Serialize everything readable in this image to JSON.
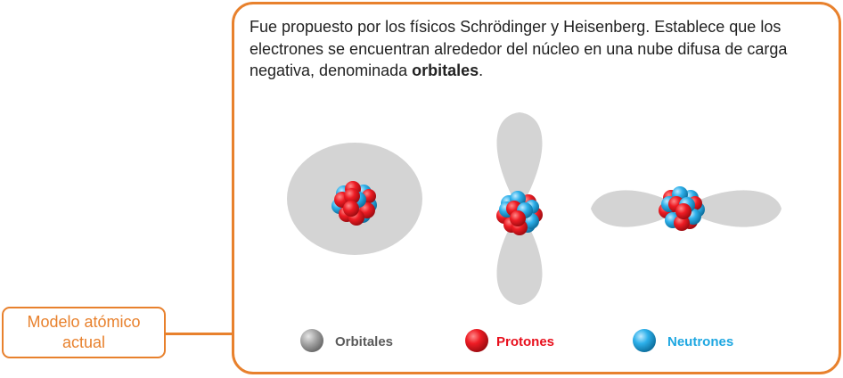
{
  "model_label": {
    "line1": "Modelo atómico",
    "line2": "actual"
  },
  "description": {
    "text": "Fue propuesto por los físicos Schrödinger y Heisenberg. Establece que los electrones se encuentran alrededor del núcleo en una nube difusa de carga negativa, denominada ",
    "emphasis": "orbitales",
    "end": "."
  },
  "legend": [
    {
      "name": "orbitales",
      "label": "Orbitales",
      "color": "#5a5a5a"
    },
    {
      "name": "protones",
      "label": "Protones",
      "color": "#e8101d"
    },
    {
      "name": "neutrones",
      "label": "Neutrones",
      "color": "#1ea7e1"
    }
  ],
  "colors": {
    "accent": "#e8812d",
    "orbital": "#d4d4d4",
    "proton": "#e8101d",
    "neutron": "#1ea7e1"
  }
}
